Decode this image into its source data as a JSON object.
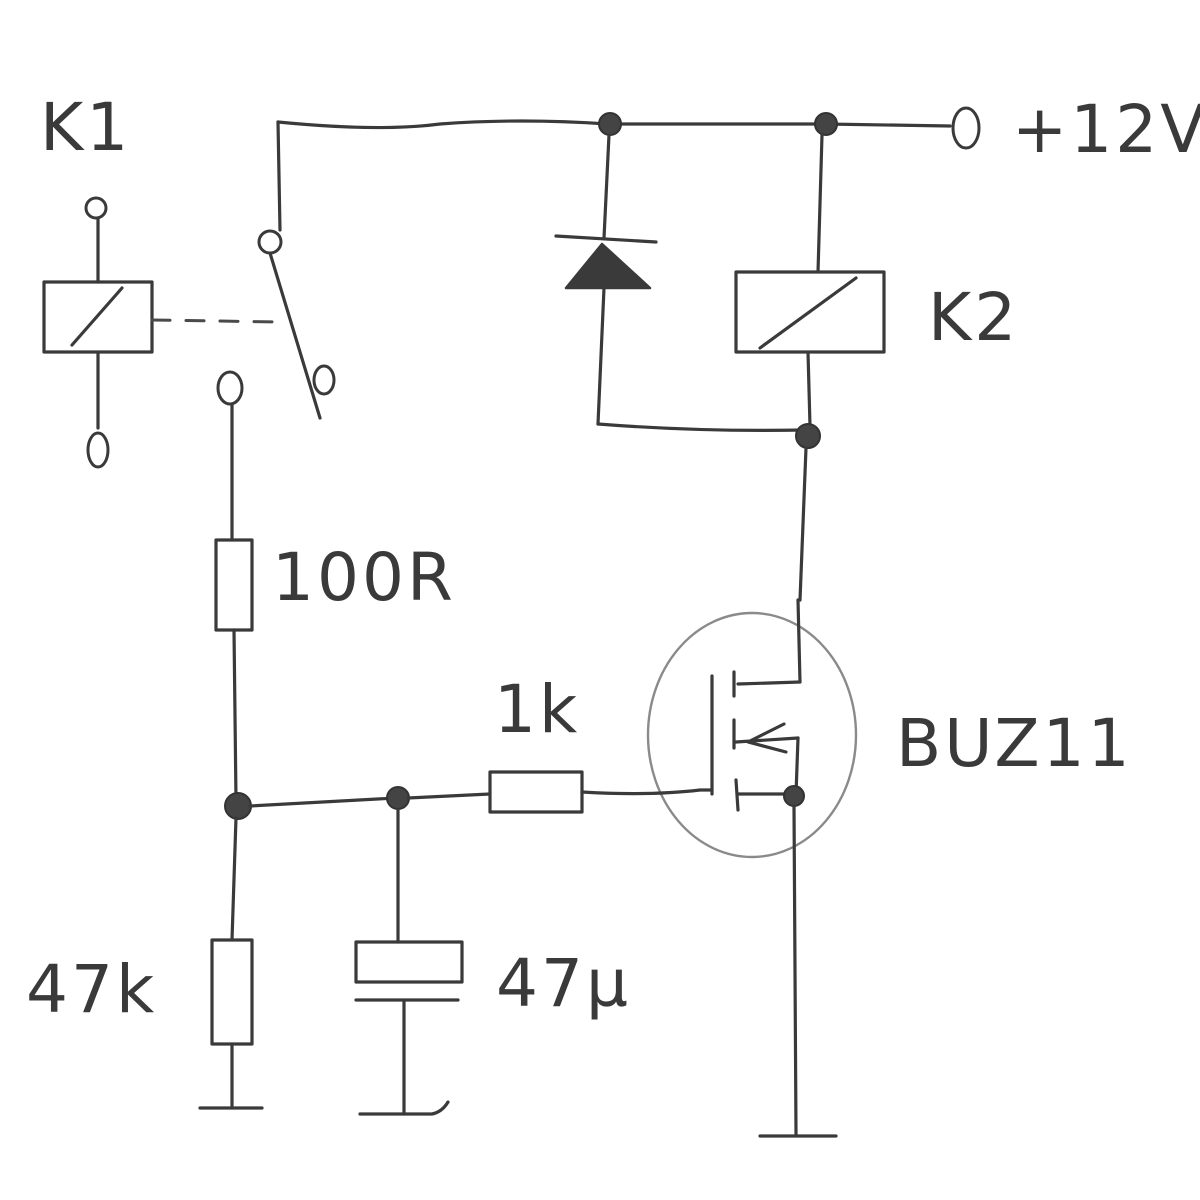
{
  "labels": {
    "relay_k1": "K1",
    "supply": "+12V",
    "relay_k2": "K2",
    "resistor_100r": "100R",
    "resistor_1k": "1k",
    "mosfet": "BUZ11",
    "resistor_47k": "47k",
    "capacitor_47u": "47µ"
  },
  "colors": {
    "ink": "#3a3a3a",
    "paper": "#ffffff"
  }
}
